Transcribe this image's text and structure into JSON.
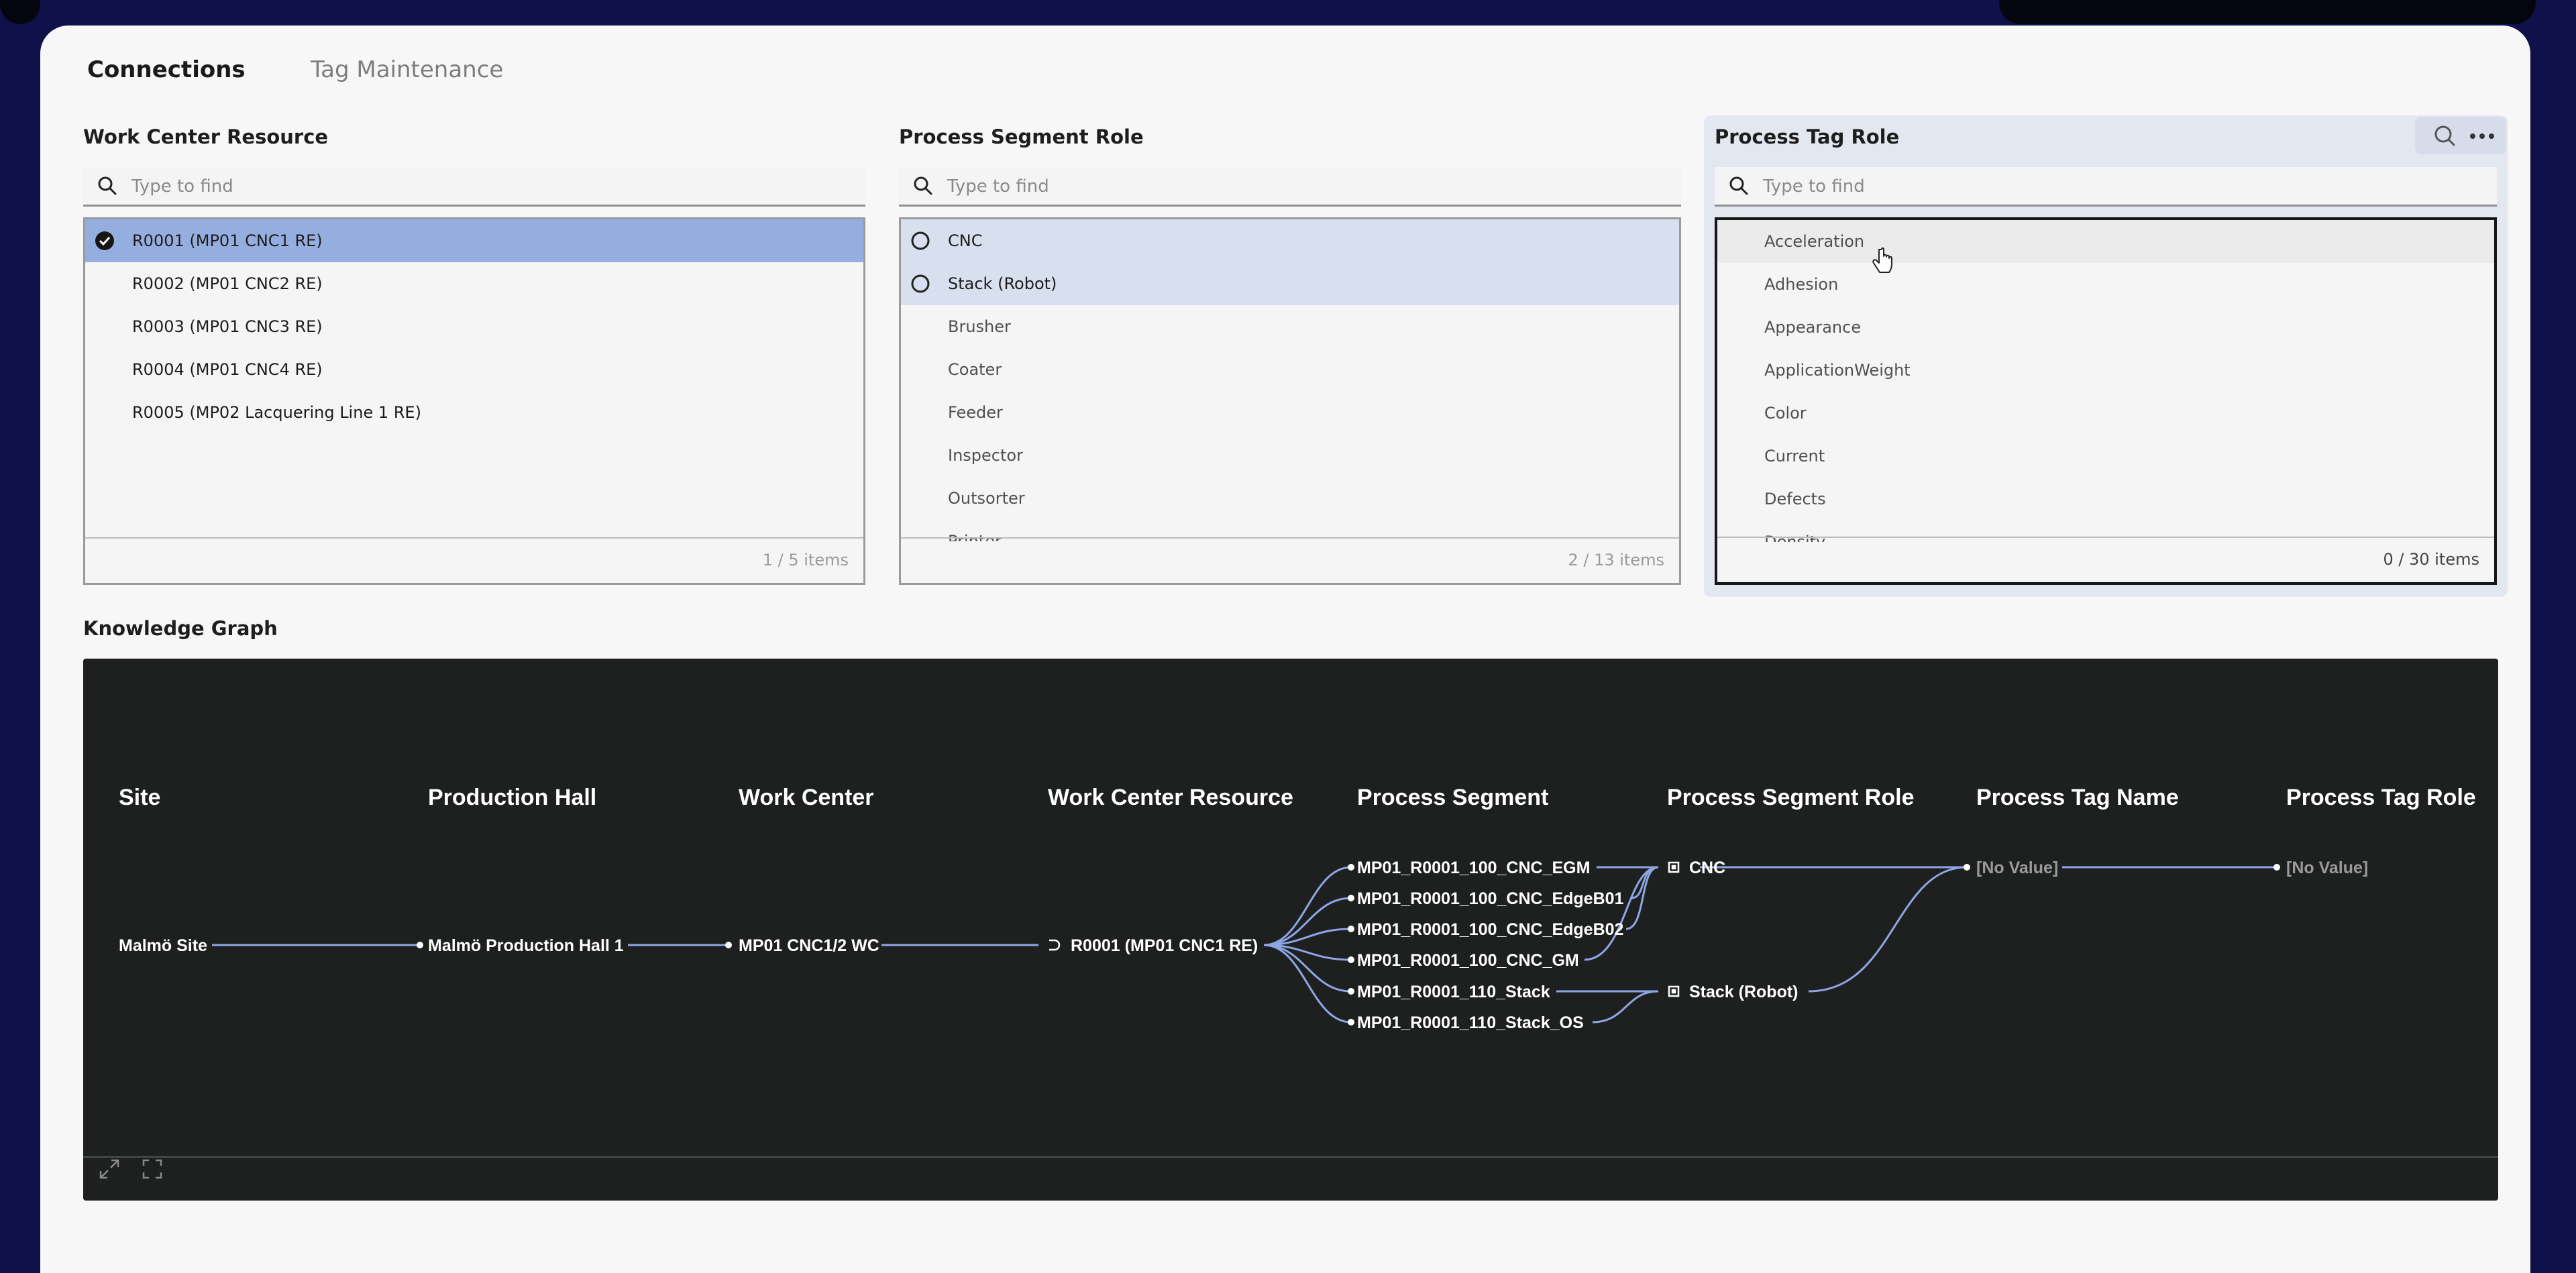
{
  "tabs": [
    {
      "label": "Connections",
      "active": true
    },
    {
      "label": "Tag Maintenance",
      "active": false
    }
  ],
  "panels": {
    "work_center_resource": {
      "title": "Work Center Resource",
      "search_placeholder": "Type to find",
      "items": [
        {
          "label": "R0001 (MP01 CNC1 RE)",
          "selected": true
        },
        {
          "label": "R0002 (MP01 CNC2 RE)",
          "selected": false
        },
        {
          "label": "R0003 (MP01 CNC3 RE)",
          "selected": false
        },
        {
          "label": "R0004 (MP01 CNC4 RE)",
          "selected": false
        },
        {
          "label": "R0005 (MP02 Lacquering Line 1 RE)",
          "selected": false
        }
      ],
      "footer": "1 / 5 items"
    },
    "process_segment_role": {
      "title": "Process Segment Role",
      "search_placeholder": "Type to find",
      "items": [
        {
          "label": "CNC",
          "selected": true
        },
        {
          "label": "Stack (Robot)",
          "selected": true
        },
        {
          "label": "Brusher",
          "selected": false
        },
        {
          "label": "Coater",
          "selected": false
        },
        {
          "label": "Feeder",
          "selected": false
        },
        {
          "label": "Inspector",
          "selected": false
        },
        {
          "label": "Outsorter",
          "selected": false
        },
        {
          "label": "Printer",
          "selected": false
        }
      ],
      "footer": "2 / 13 items"
    },
    "process_tag_role": {
      "title": "Process Tag Role",
      "search_placeholder": "Type to find",
      "items": [
        {
          "label": "Acceleration",
          "selected": false
        },
        {
          "label": "Adhesion",
          "selected": false
        },
        {
          "label": "Appearance",
          "selected": false
        },
        {
          "label": "ApplicationWeight",
          "selected": false
        },
        {
          "label": "Color",
          "selected": false
        },
        {
          "label": "Current",
          "selected": false
        },
        {
          "label": "Defects",
          "selected": false
        },
        {
          "label": "Density",
          "selected": false
        }
      ],
      "footer": "0 / 30 items"
    }
  },
  "knowledge_graph": {
    "title": "Knowledge Graph",
    "columns": [
      "Site",
      "Production Hall",
      "Work Center",
      "Work Center Resource",
      "Process Segment",
      "Process Segment Role",
      "Process Tag Name",
      "Process Tag Role"
    ],
    "nodes": {
      "site": "Malmö Site",
      "hall": "Malmö Production Hall 1",
      "work_center": "MP01 CNC1/2 WC",
      "resource": "R0001 (MP01 CNC1 RE)",
      "segments": [
        "MP01_R0001_100_CNC_EGM",
        "MP01_R0001_100_CNC_EdgeB01",
        "MP01_R0001_100_CNC_EdgeB02",
        "MP01_R0001_100_CNC_GM",
        "MP01_R0001_110_Stack",
        "MP01_R0001_110_Stack_OS"
      ],
      "roles": [
        "CNC",
        "Stack (Robot)"
      ],
      "tag_name": "[No Value]",
      "tag_role": "[No Value]"
    }
  },
  "colors": {
    "selection_strong": "#94aedf",
    "selection_light": "#d8dfee",
    "graph_bg": "#1e2020",
    "edge": "#8ea6e6"
  }
}
